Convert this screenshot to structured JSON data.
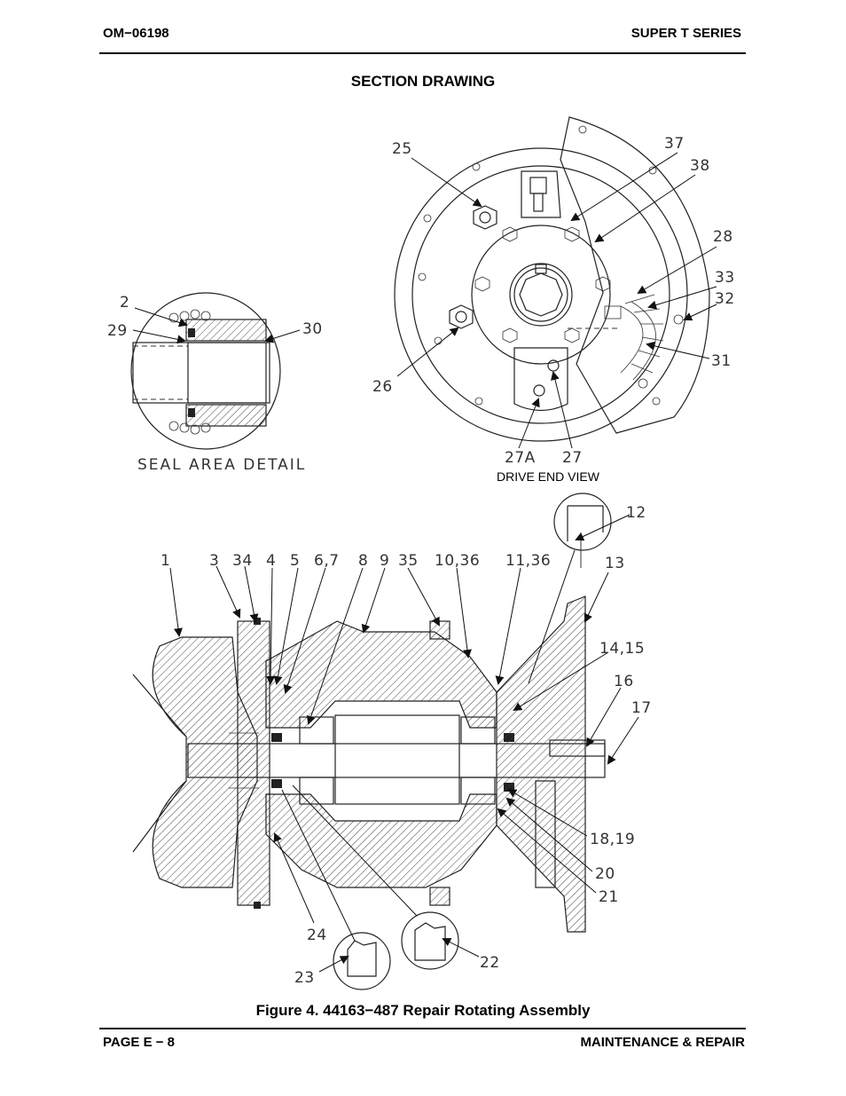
{
  "header": {
    "doc_number": "OM−06198",
    "series": "SUPER T SERIES"
  },
  "section_title": "SECTION DRAWING",
  "seal_detail": {
    "label": "SEAL AREA DETAIL",
    "callouts": [
      "2",
      "29",
      "30"
    ]
  },
  "drive_end_view": {
    "label": "DRIVE END VIEW",
    "callouts": [
      "25",
      "37",
      "38",
      "28",
      "33",
      "32",
      "31",
      "26",
      "27A",
      "27"
    ]
  },
  "main_section": {
    "callouts_top": [
      "1",
      "3",
      "34",
      "4",
      "5",
      "6,7",
      "8",
      "9",
      "35",
      "10,36",
      "11,36",
      "13",
      "12"
    ],
    "callouts_right": [
      "14,15",
      "16",
      "17",
      "18,19",
      "20",
      "21"
    ],
    "callouts_bottom": [
      "24",
      "23",
      "22"
    ]
  },
  "figure_caption": "Figure 4.  44163−487 Repair Rotating Assembly",
  "footer": {
    "page": "PAGE E − 8",
    "section": "MAINTENANCE & REPAIR"
  }
}
